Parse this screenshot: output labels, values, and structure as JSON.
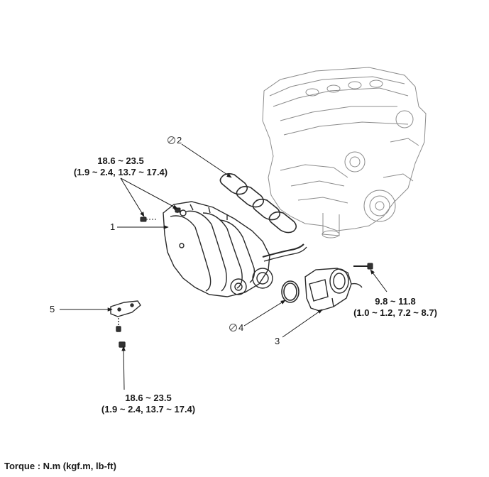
{
  "callouts": {
    "part1": "1",
    "part2": "2",
    "part3": "3",
    "part4": "4",
    "part5": "5"
  },
  "torques": {
    "upper_left": {
      "line1": "18.6 ~ 23.5",
      "line2": "(1.9 ~ 2.4, 13.7 ~ 17.4)"
    },
    "right": {
      "line1": "9.8 ~ 11.8",
      "line2": "(1.0 ~ 1.2, 7.2 ~ 8.7)"
    },
    "lower": {
      "line1": "18.6 ~ 23.5",
      "line2": "(1.9 ~ 2.4, 13.7 ~ 17.4)"
    }
  },
  "footer": {
    "text": "Torque : N.m (kgf.m, lb-ft)"
  },
  "icons": {
    "non_reusable": "prohibit-icon"
  },
  "colors": {
    "line": "#1a1a1a",
    "drawing": "#333333",
    "faint": "#9a9a9a"
  }
}
